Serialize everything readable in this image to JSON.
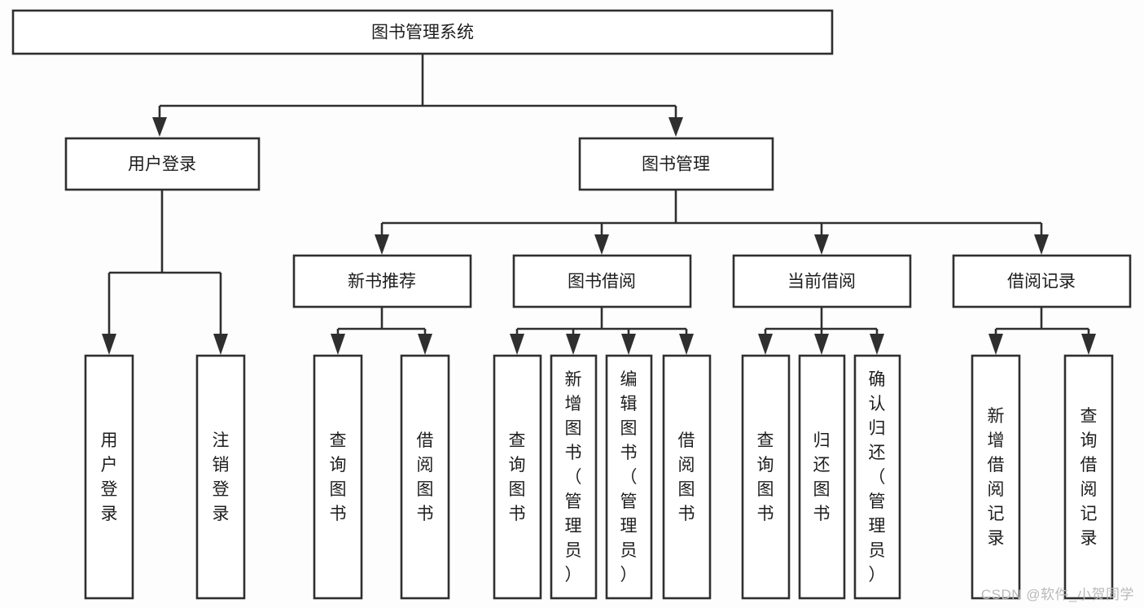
{
  "diagram": {
    "type": "tree-hierarchy",
    "title": "图书管理系统",
    "watermark": "CSDN @软件_小贺同学",
    "colors": {
      "background": "#fdfdfd",
      "node_fill": "#ffffff",
      "stroke": "#2f2f2f",
      "text": "#1d1d1d",
      "watermark": "#b9b9b9"
    },
    "levels": {
      "root": {
        "label": "图书管理系统"
      },
      "level2": [
        {
          "label": "用户登录"
        },
        {
          "label": "图书管理"
        }
      ],
      "level3": [
        {
          "label": "新书推荐"
        },
        {
          "label": "图书借阅"
        },
        {
          "label": "当前借阅"
        },
        {
          "label": "借阅记录"
        }
      ],
      "leaves": [
        {
          "label": "用户登录",
          "parent": "用户登录"
        },
        {
          "label": "注销登录",
          "parent": "用户登录"
        },
        {
          "label": "查询图书",
          "parent": "新书推荐"
        },
        {
          "label": "借阅图书",
          "parent": "新书推荐"
        },
        {
          "label": "查询图书",
          "parent": "图书借阅"
        },
        {
          "label": "新增图书（管理员）",
          "parent": "图书借阅"
        },
        {
          "label": "编辑图书（管理员）",
          "parent": "图书借阅"
        },
        {
          "label": "借阅图书",
          "parent": "图书借阅"
        },
        {
          "label": "查询图书",
          "parent": "当前借阅"
        },
        {
          "label": "归还图书",
          "parent": "当前借阅"
        },
        {
          "label": "确认归还（管理员）",
          "parent": "当前借阅"
        },
        {
          "label": "新增借阅记录",
          "parent": "借阅记录"
        },
        {
          "label": "查询借阅记录",
          "parent": "借阅记录"
        }
      ]
    }
  }
}
